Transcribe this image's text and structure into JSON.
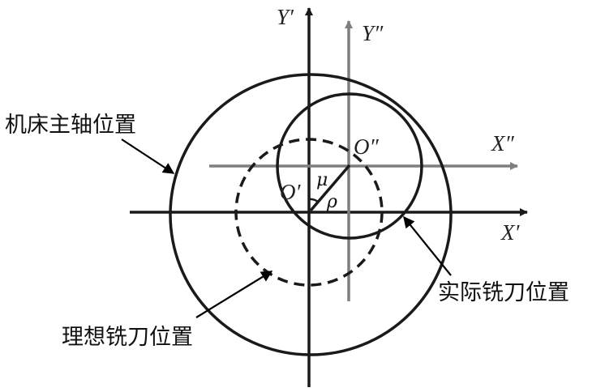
{
  "labels": {
    "spindle": "机床主轴位置",
    "actual": "实际铣刀位置",
    "ideal": "理想铣刀位置"
  },
  "axes": {
    "x_prime": "X′",
    "y_prime": "Y′",
    "x_double": "X″",
    "y_double": "Y″",
    "o_prime": "O′",
    "o_double": "O″",
    "mu": "μ",
    "rho": "ρ"
  },
  "colors": {
    "primary": "#1a1a1a",
    "secondary": "#7f7f7f"
  }
}
